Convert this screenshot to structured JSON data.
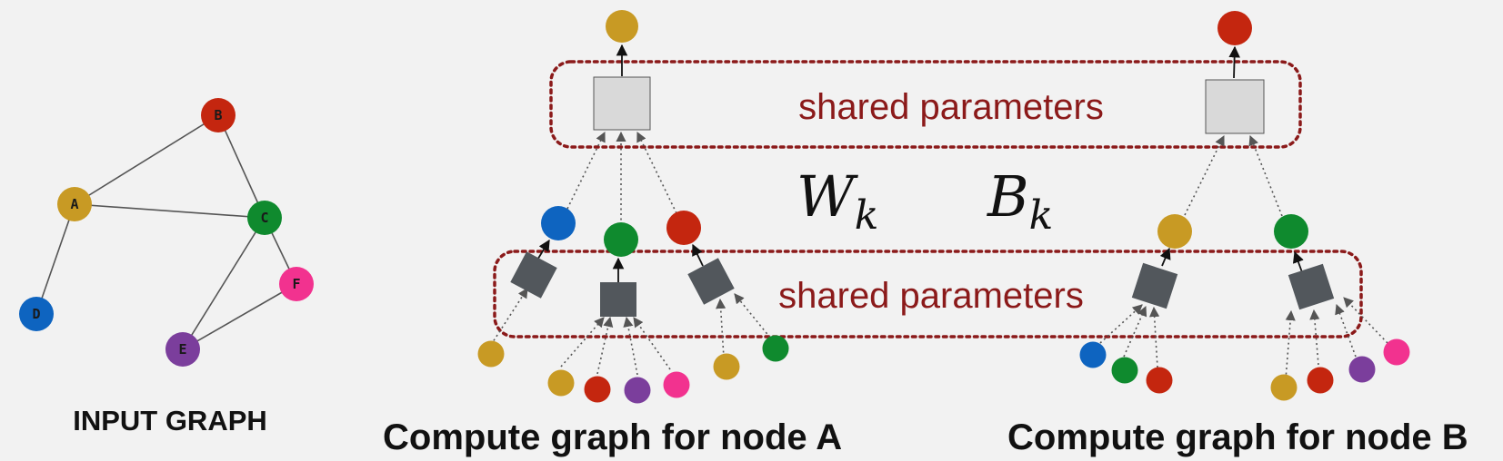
{
  "colors": {
    "background": "#f2f2f2",
    "A": "#c89a24",
    "B": "#c4260f",
    "C": "#0f8a2e",
    "D": "#0e64c0",
    "E": "#7b3e9c",
    "F": "#f2328f",
    "dark_square": "#52575c",
    "light_square": "#d9d9d9",
    "shared_box": "#8b1a1a",
    "edge": "#555555"
  },
  "input_graph": {
    "caption": "INPUT GRAPH",
    "nodes": [
      {
        "id": "A",
        "label": "A"
      },
      {
        "id": "B",
        "label": "B"
      },
      {
        "id": "C",
        "label": "C"
      },
      {
        "id": "D",
        "label": "D"
      },
      {
        "id": "E",
        "label": "E"
      },
      {
        "id": "F",
        "label": "F"
      }
    ],
    "edges": [
      [
        "A",
        "B"
      ],
      [
        "A",
        "C"
      ],
      [
        "B",
        "C"
      ],
      [
        "A",
        "D"
      ],
      [
        "C",
        "E"
      ],
      [
        "C",
        "F"
      ],
      [
        "E",
        "F"
      ]
    ]
  },
  "shared_params": {
    "top_label": "shared parameters",
    "bottom_label": "shared parameters"
  },
  "math": {
    "w_main": "W",
    "w_sub": "k",
    "b_main": "B",
    "b_sub": "k"
  },
  "compute_a": {
    "caption": "Compute graph for node A"
  },
  "compute_b": {
    "caption": "Compute graph for node B"
  }
}
